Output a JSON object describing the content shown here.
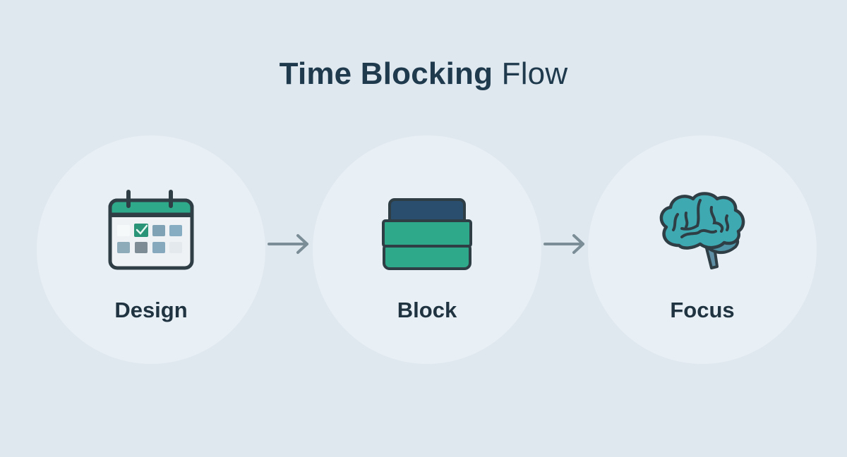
{
  "title": {
    "bold": "Time Blocking",
    "light": "Flow"
  },
  "steps": [
    {
      "label": "Design",
      "icon": "calendar-check-icon"
    },
    {
      "label": "Block",
      "icon": "stacked-block-icon"
    },
    {
      "label": "Focus",
      "icon": "brain-icon"
    }
  ],
  "colors": {
    "background": "#e0e8ef",
    "circle": "#e8eff5",
    "green": "#2eaa8a",
    "navy": "#2a4e6e",
    "teal": "#3fa9b2",
    "outline": "#2f3d45",
    "arrow": "#7b8d96",
    "text": "#1f3a4d"
  }
}
